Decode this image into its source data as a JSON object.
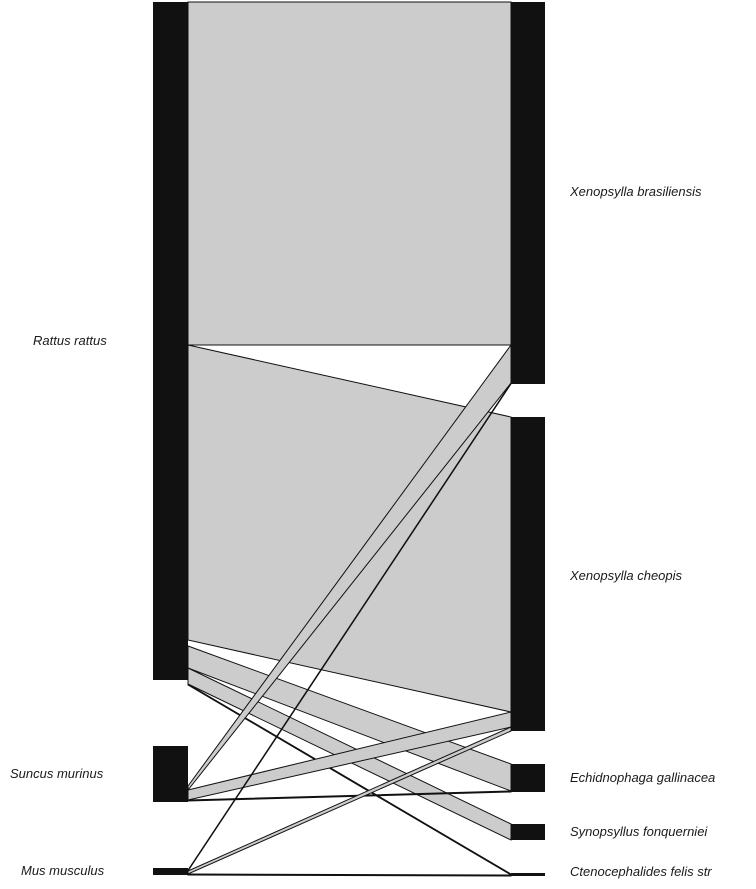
{
  "diagram": {
    "type": "bipartite-web",
    "hosts": [
      {
        "label": "Rattus rattus"
      },
      {
        "label": "Suncus murinus"
      },
      {
        "label": "Mus musculus"
      }
    ],
    "parasites": [
      {
        "label": "Xenopsylla brasiliensis"
      },
      {
        "label": "Xenopsylla cheopis"
      },
      {
        "label": "Echidnophaga gallinacea"
      },
      {
        "label": "Synopsyllus fonquerniei"
      },
      {
        "label": "Ctenocephalides felis str"
      }
    ],
    "colors": {
      "bar": "#111111",
      "flow": "#cccccc",
      "edge": "#111111"
    }
  }
}
